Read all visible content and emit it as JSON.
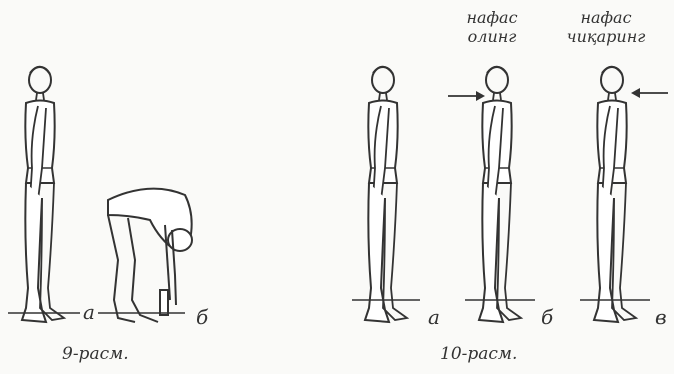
{
  "fig9": {
    "labels": [
      "а",
      "б"
    ],
    "caption": "9-расм."
  },
  "fig10": {
    "labels": [
      "а",
      "б",
      "в"
    ],
    "caption": "10-расм.",
    "annotations": [
      {
        "line1": "нафас",
        "line2": "олинг"
      },
      {
        "line1": "нафас",
        "line2": "чиқаринг"
      }
    ]
  }
}
